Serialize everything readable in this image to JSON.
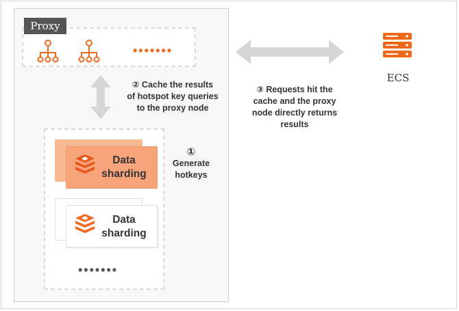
{
  "proxy": {
    "tag_label": "Proxy",
    "node_icon": "proxy-node-icon",
    "more_nodes": "•••••••"
  },
  "steps": {
    "cache_results": {
      "number": "②",
      "lines": [
        "Cache the results",
        "of hotspot key queries",
        "to the proxy node"
      ]
    },
    "generate_hotkeys": {
      "number": "①",
      "lines": [
        "Generate",
        "hotkeys"
      ]
    },
    "requests_hit": {
      "number": "③",
      "lines": [
        "Requests hit the",
        "cache and the proxy",
        "node directly returns",
        "results"
      ]
    }
  },
  "shards": [
    {
      "line1": "Data",
      "line2": "sharding",
      "state": "hot",
      "icon": "redis-shard-icon"
    },
    {
      "line1": "Data",
      "line2": "sharding",
      "state": "normal",
      "icon": "redis-shard-icon"
    }
  ],
  "more_shards": "•••••••",
  "ecs": {
    "label": "ECS",
    "icon": "server-stack-icon"
  },
  "colors": {
    "accent": "#ee6a1a",
    "hot_card": "#f8a47b",
    "arrow": "#d6d6d6",
    "tag_bg": "#555555"
  }
}
